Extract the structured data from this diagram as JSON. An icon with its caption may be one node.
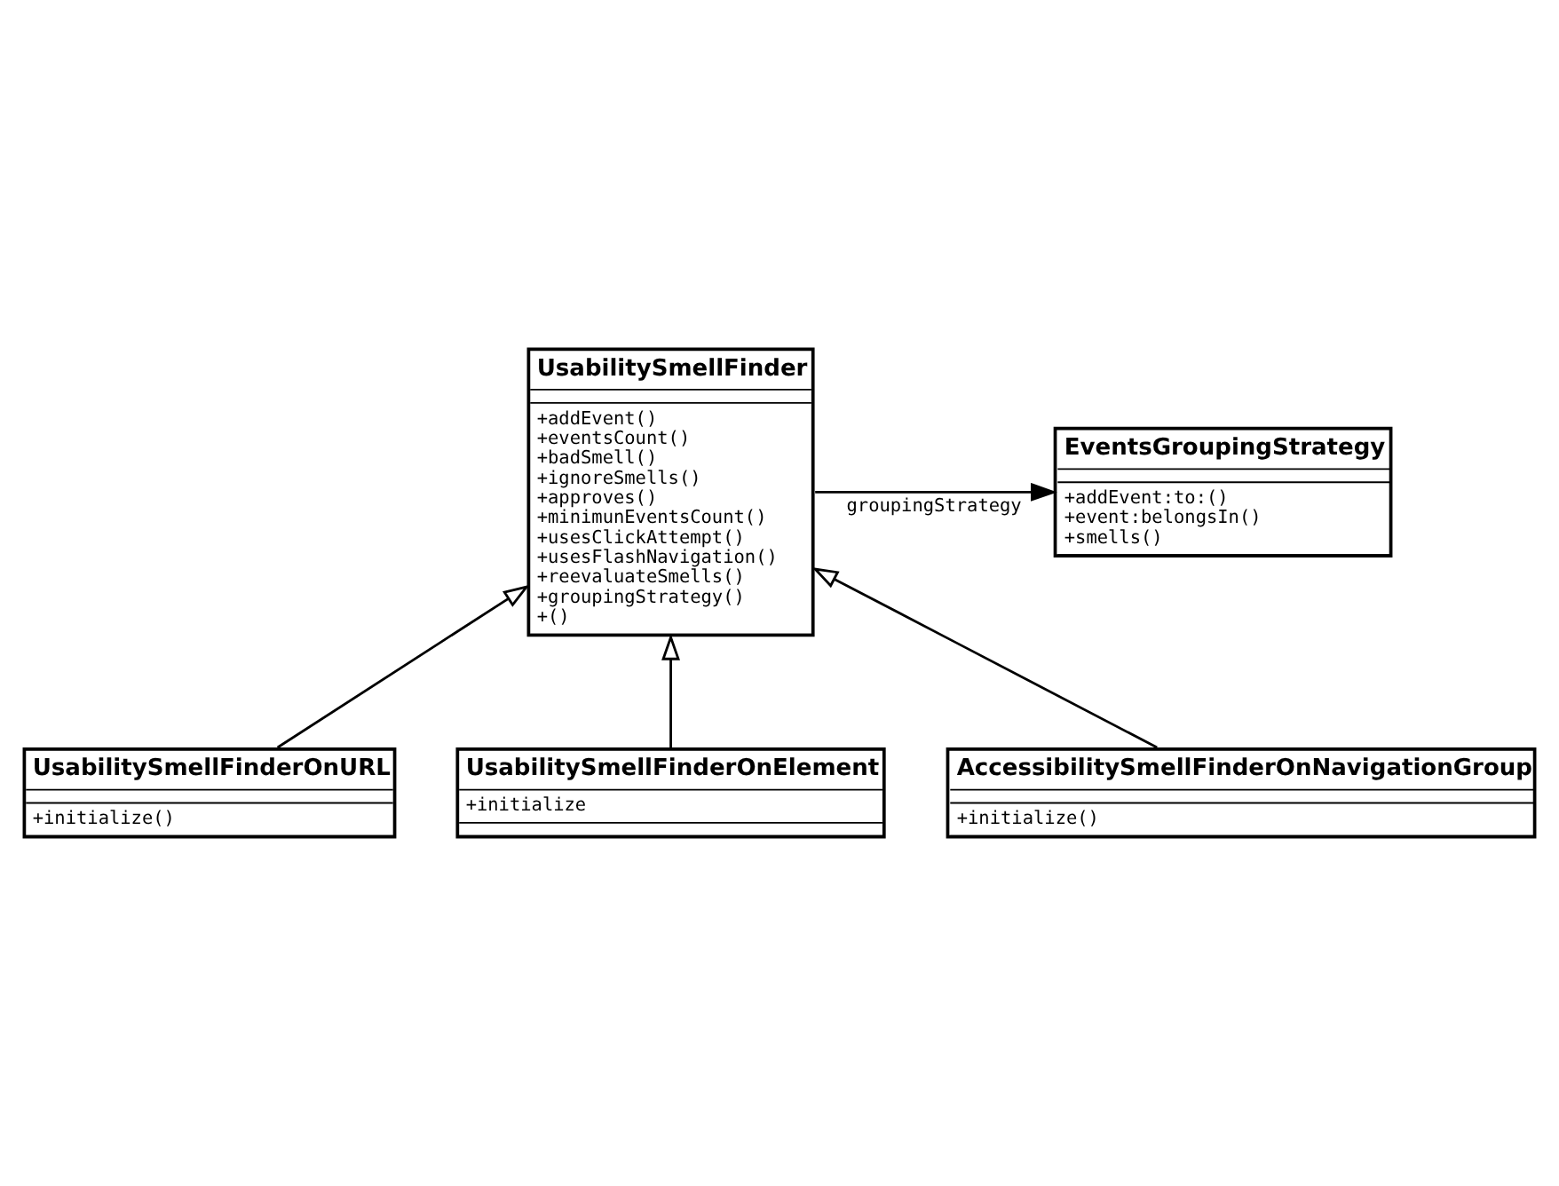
{
  "diagram": {
    "nodes": [
      {
        "text": [
          "UsabilitySmellFinder",
          "+addEvent()",
          "+eventsCount()",
          "+badSmell()",
          "+ignoreSmells()",
          "+approves()",
          "+minimunEventsCount()",
          "+usesClickAttempt()",
          "+usesFlashNavigation()",
          "+reevaluateSmells()",
          "+groupingStrategy()",
          "+()"
        ]
      },
      {
        "text": [
          "EventsGroupingStrategy",
          "+addEvent:to:()",
          "+event:belongsIn()",
          "+smells()"
        ]
      },
      {
        "text": [
          "UsabilitySmellFinderOnURL",
          "+initialize()"
        ]
      },
      {
        "text": [
          "UsabilitySmellFinderOnElement",
          "+initialize"
        ]
      },
      {
        "text": [
          "AccessibilitySmellFinderOnNavigationGroup",
          "+initialize()"
        ]
      }
    ],
    "edges": [
      {
        "from": 0,
        "to": 1,
        "arrow": "to",
        "label": "groupingStrategy"
      },
      {
        "from": 2,
        "to": 0,
        "arrow": "to"
      },
      {
        "from": 3,
        "to": 0,
        "arrow": "to"
      },
      {
        "from": 4,
        "to": 0,
        "arrow": "to"
      }
    ]
  }
}
